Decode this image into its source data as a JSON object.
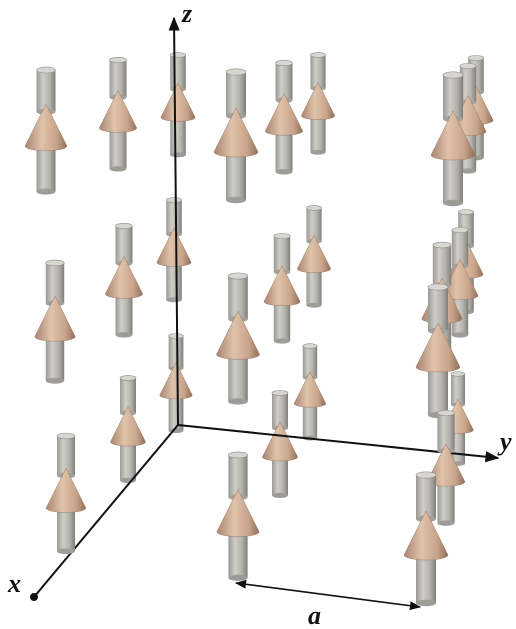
{
  "axes": {
    "x": "x",
    "y": "y",
    "z": "z"
  },
  "dimension_label": "a",
  "colors": {
    "cylinder_light": "#c4c2bc",
    "cylinder_mid": "#a9a7a1",
    "cylinder_dark": "#7e7c77",
    "cone_light": "#e2c4ad",
    "cone_mid": "#c9a68c",
    "cone_dark": "#96735c",
    "axis": "#111111"
  },
  "arrow_direction": "+z"
}
